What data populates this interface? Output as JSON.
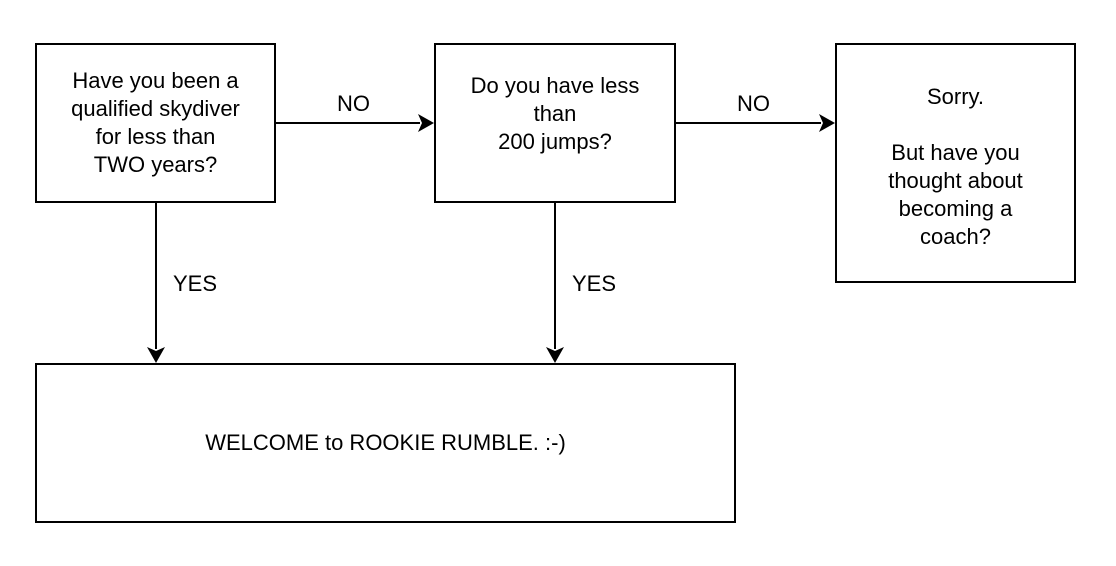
{
  "boxes": {
    "q1": "Have you been a\nqualified skydiver\nfor less than\nTWO years?",
    "q2": "Do you have less\nthan\n200 jumps?",
    "sorry": "Sorry.\n\nBut have you\nthought about\nbecoming a\ncoach?",
    "welcome": "WELCOME to ROOKIE RUMBLE. :-)"
  },
  "labels": {
    "no_1": "NO",
    "no_2": "NO",
    "yes_1": "YES",
    "yes_2": "YES"
  },
  "colors": {
    "line": "#000000",
    "background": "#ffffff"
  }
}
